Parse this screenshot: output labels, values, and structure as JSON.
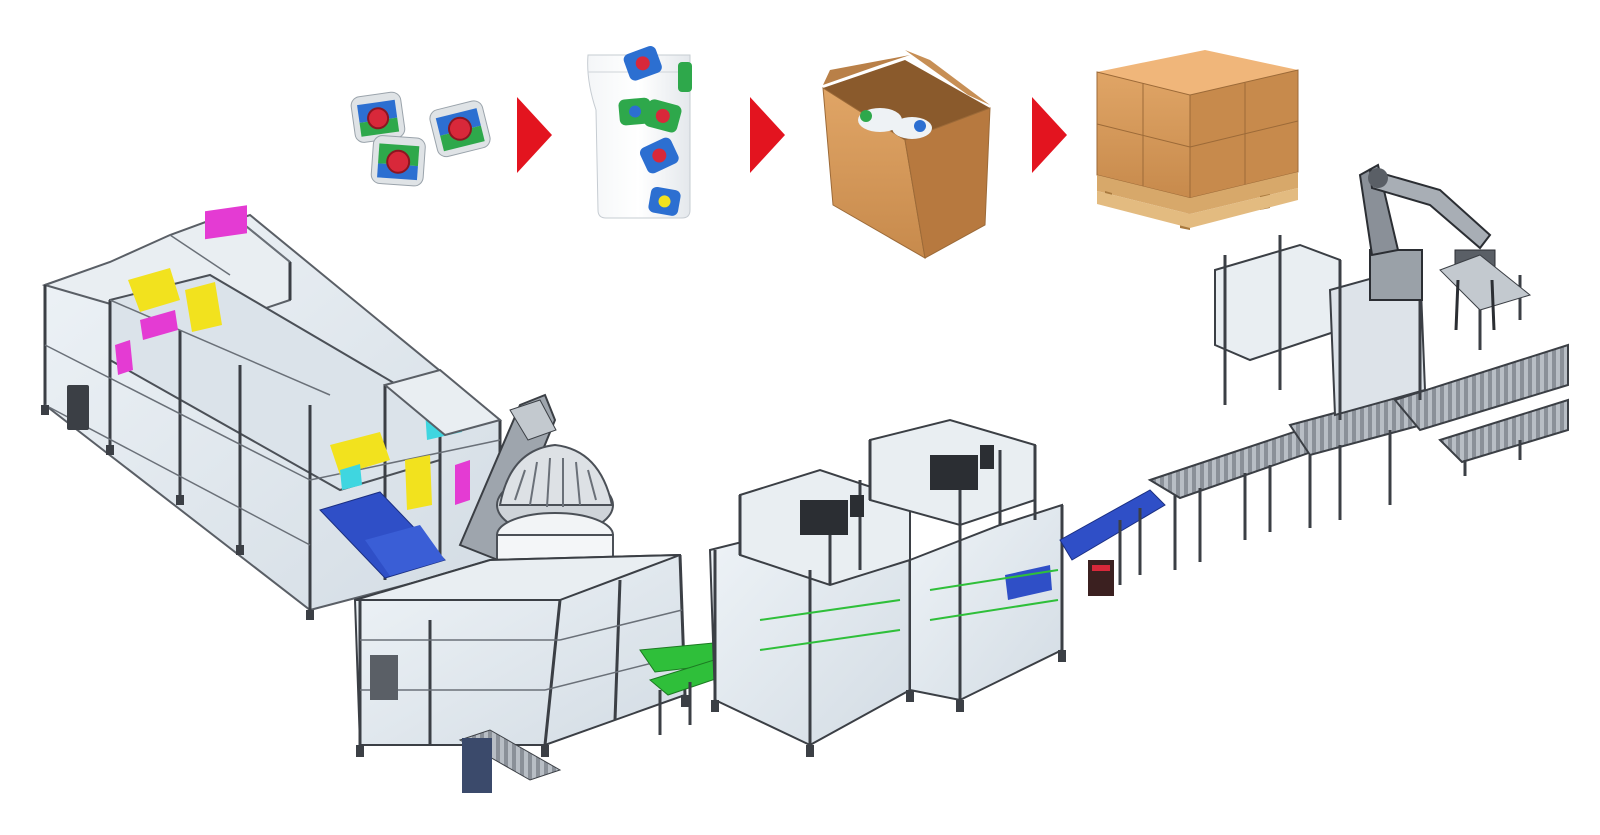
{
  "diagram": {
    "kind": "packaging-line-illustration",
    "colors": {
      "arrow": "#e3141f",
      "frame": "#5a5f66",
      "frame_dark": "#3b3f45",
      "glass": "#dfe7ee",
      "conveyor_blue": "#2f4fc7",
      "conveyor_green": "#2fbf3a",
      "cardboard": "#c99058",
      "cardboard_dark": "#a9703c",
      "pallet": "#d7a86a",
      "pod_blue": "#2c6fd1",
      "pod_green": "#2ea84b",
      "pod_red": "#d8283a",
      "accent_yellow": "#f2e21e",
      "accent_magenta": "#e43bd3",
      "accent_cyan": "#3fd6e0"
    },
    "process_flow": [
      {
        "id": "pods",
        "icon": "detergent-pods-icon"
      },
      {
        "id": "pouch",
        "icon": "standup-pouch-icon"
      },
      {
        "id": "carton",
        "icon": "open-carton-icon"
      },
      {
        "id": "pallet",
        "icon": "palletized-cartons-icon"
      }
    ],
    "machines": [
      {
        "id": "pod-forming-machine",
        "icon": "pod-forming-machine-icon"
      },
      {
        "id": "multihead-weigher",
        "icon": "multihead-weigher-icon"
      },
      {
        "id": "pouch-filling-machine",
        "icon": "pouch-filling-machine-icon"
      },
      {
        "id": "case-packer-1",
        "icon": "case-packer-icon"
      },
      {
        "id": "case-packer-2",
        "icon": "case-packer-icon"
      },
      {
        "id": "roller-conveyor",
        "icon": "roller-conveyor-icon"
      },
      {
        "id": "robotic-palletizer",
        "icon": "robot-arm-icon"
      }
    ]
  }
}
